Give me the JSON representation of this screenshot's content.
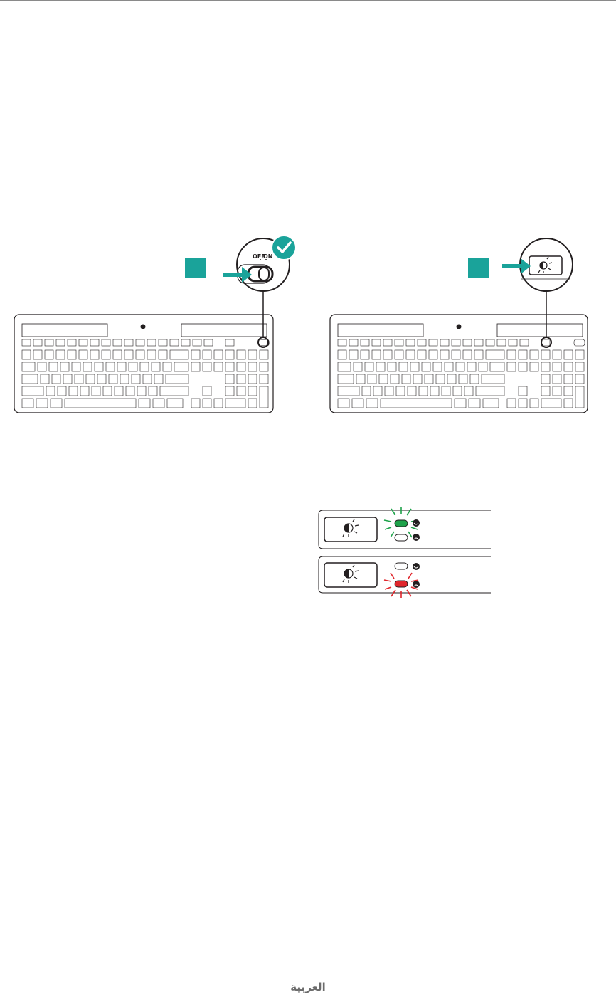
{
  "colors": {
    "accent": "#1aa39a",
    "outline": "#231f20",
    "led_good": "#1ea24a",
    "led_bad": "#e0262c"
  },
  "figure1": {
    "switch_off": "OFF",
    "switch_on": "ON"
  },
  "footer": {
    "language": "العربية"
  }
}
